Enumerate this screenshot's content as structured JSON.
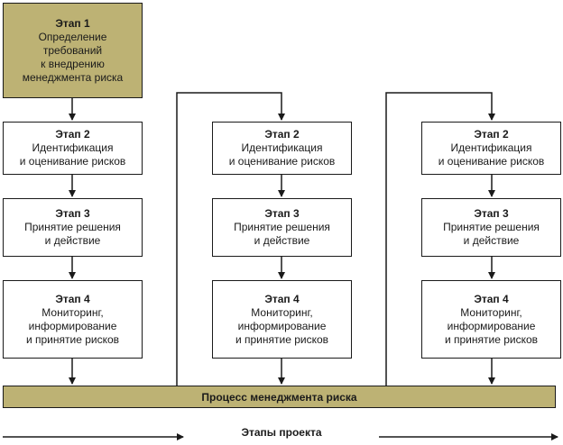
{
  "stage1": {
    "title": "Этап 1",
    "lines": [
      "Определение",
      "требований",
      "к внедрению",
      "менеджмента риска"
    ]
  },
  "columns": [
    {
      "stage2": {
        "title": "Этап 2",
        "lines": [
          "Идентификация",
          "и оценивание рисков"
        ]
      },
      "stage3": {
        "title": "Этап 3",
        "lines": [
          "Принятие решения",
          "и действие"
        ]
      },
      "stage4": {
        "title": "Этап 4",
        "lines": [
          "Мониторинг,",
          "информирование",
          "и принятие рисков"
        ]
      }
    },
    {
      "stage2": {
        "title": "Этап 2",
        "lines": [
          "Идентификация",
          "и оценивание рисков"
        ]
      },
      "stage3": {
        "title": "Этап 3",
        "lines": [
          "Принятие решения",
          "и действие"
        ]
      },
      "stage4": {
        "title": "Этап 4",
        "lines": [
          "Мониторинг,",
          "информирование",
          "и принятие рисков"
        ]
      }
    },
    {
      "stage2": {
        "title": "Этап 2",
        "lines": [
          "Идентификация",
          "и оценивание рисков"
        ]
      },
      "stage3": {
        "title": "Этап 3",
        "lines": [
          "Принятие решения",
          "и действие"
        ]
      },
      "stage4": {
        "title": "Этап 4",
        "lines": [
          "Мониторинг,",
          "информирование",
          "и принятие рисков"
        ]
      }
    }
  ],
  "process_bar": "Процесс менеджмента риска",
  "timeline_label": "Этапы проекта",
  "colors": {
    "fill": "#bdb274",
    "stroke": "#1a1a1a"
  }
}
